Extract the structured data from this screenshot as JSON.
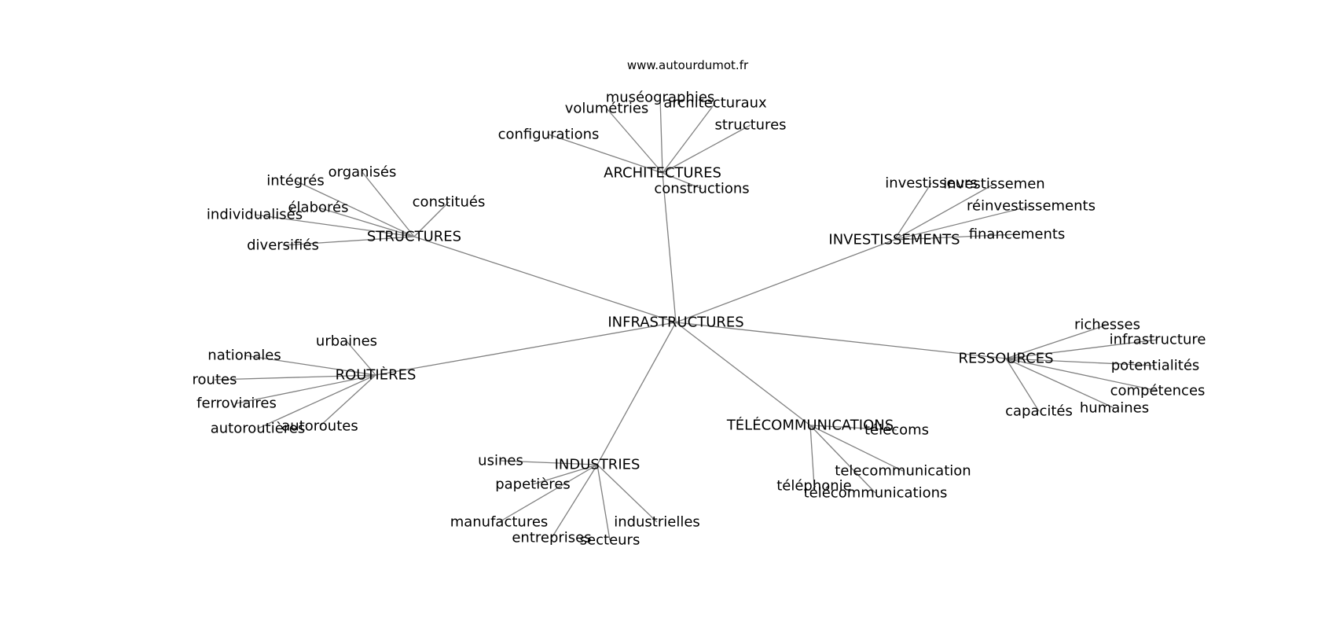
{
  "source": "www.autourdumot.fr",
  "center": "INFRASTRUCTURES",
  "groups": [
    {
      "label": "ARCHITECTURES",
      "words": [
        "muséographies",
        "volumétries",
        "architecturaux",
        "structures",
        "configurations",
        "constructions"
      ]
    },
    {
      "label": "STRUCTURES",
      "words": [
        "intégrés",
        "organisés",
        "constitués",
        "élaborés",
        "individualisés",
        "diversifiés"
      ]
    },
    {
      "label": "INVESTISSEMENTS",
      "words": [
        "investisseurs",
        "investissemen",
        "réinvestissements",
        "financements"
      ]
    },
    {
      "label": "ROUTIÈRES",
      "words": [
        "urbaines",
        "nationales",
        "routes",
        "ferroviaires",
        "autoroutières",
        "autoroutes"
      ]
    },
    {
      "label": "RESSOURCES",
      "words": [
        "richesses",
        "infrastructure",
        "potentialités",
        "compétences",
        "humaines",
        "capacités"
      ]
    },
    {
      "label": "TÉLÉCOMMUNICATIONS",
      "words": [
        "télécoms",
        "telecommunication",
        "téléphonie",
        "télécommunications"
      ]
    },
    {
      "label": "INDUSTRIES",
      "words": [
        "usines",
        "papetières",
        "manufactures",
        "entreprises",
        "secteurs",
        "industrielles"
      ]
    }
  ]
}
